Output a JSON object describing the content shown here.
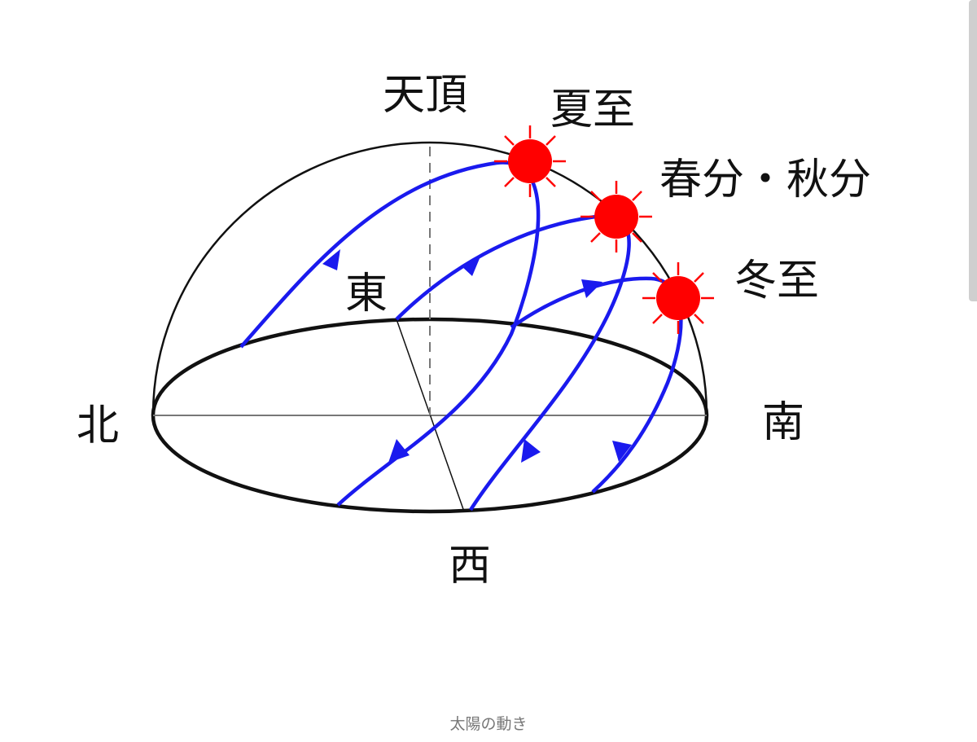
{
  "labels": {
    "zenith": "天頂",
    "summer_solstice": "夏至",
    "equinox": "春分・秋分",
    "winter_solstice": "冬至",
    "east": "東",
    "west": "西",
    "north": "北",
    "south": "南"
  },
  "caption": "太陽の動き",
  "colors": {
    "sun": "#ff0000",
    "path": "#1a1aee",
    "outline": "#111111"
  },
  "icons": {
    "sun": "sun-icon",
    "arrow": "arrow-icon"
  }
}
